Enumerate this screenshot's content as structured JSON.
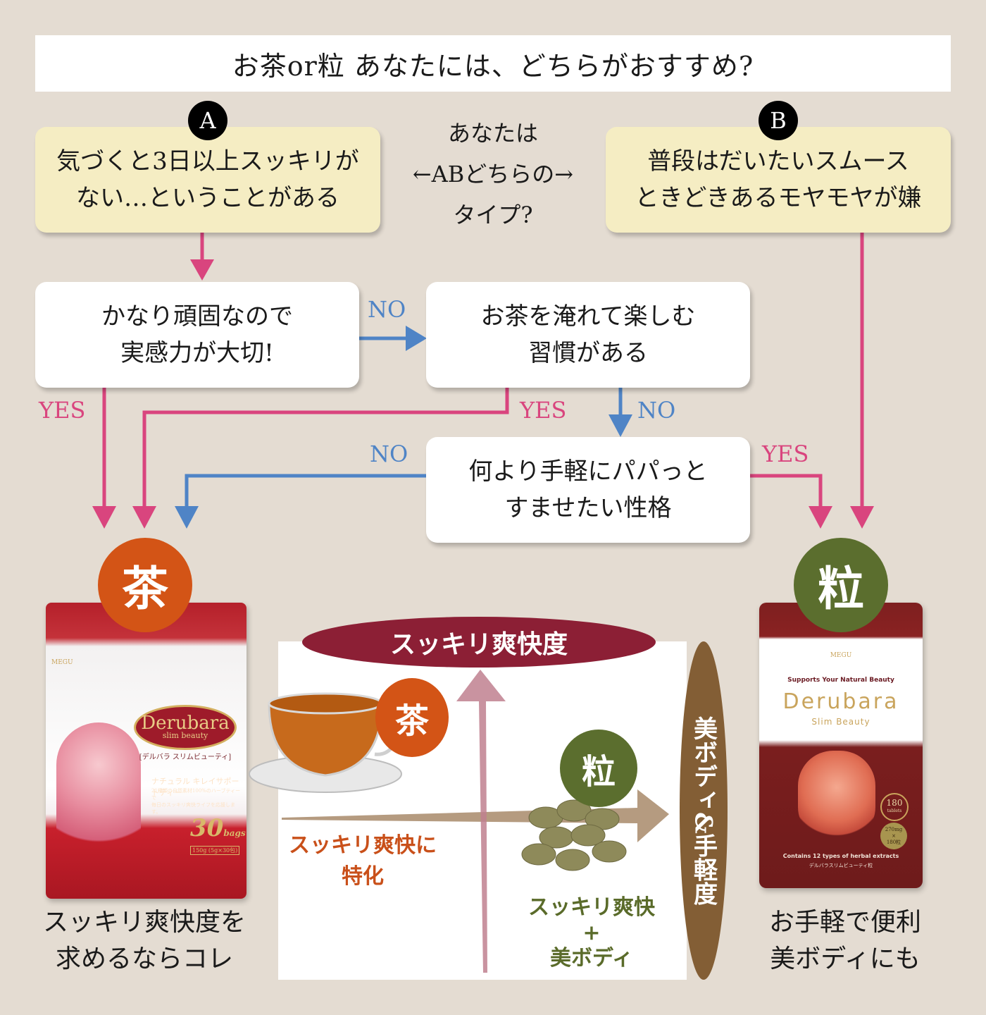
{
  "title": "お茶or粒 あなたには、どちらがおすすめ?",
  "type_a": {
    "badge": "A",
    "line1": "気づくと3日以上スッキリが",
    "line2": "ない…ということがある"
  },
  "type_b": {
    "badge": "B",
    "line1": "普段はだいたいスムース",
    "line2": "ときどきあるモヤモヤが嫌"
  },
  "center_question": {
    "line1": "あなたは",
    "line2": "←ABどちらの→",
    "line3": "タイプ?"
  },
  "question_stubborn": {
    "line1": "かなり頑固なので",
    "line2": "実感力が大切!"
  },
  "question_tea_habit": {
    "line1": "お茶を淹れて楽しむ",
    "line2": "習慣がある"
  },
  "question_quick": {
    "line1": "何より手軽にパパっと",
    "line2": "すませたい性格"
  },
  "flow_labels": {
    "stubborn_no": "NO",
    "stubborn_yes": "YES",
    "habit_yes": "YES",
    "habit_no": "NO",
    "quick_no": "NO",
    "quick_yes": "YES"
  },
  "colors": {
    "yes": "#d9457e",
    "no": "#4f84c6",
    "tea": "#d35416",
    "tablet": "#5b6e2e",
    "freshness": "#8c1f35",
    "body": "#835e35"
  },
  "result_tea": {
    "badge": "茶",
    "product": {
      "logo": "MEGU",
      "brand": "Derubara",
      "sub": "slim beauty",
      "jp_name": "[デルバラ スリムビューティ]",
      "natural": "ナチュラル キレイサポートティー",
      "desc1": "21種類の自然素材100%のハーブティーで",
      "desc2": "毎日のスッキリ爽快ライフを応援します。",
      "count": "30",
      "count_unit": "bags",
      "weight": "150g (5g×30包)"
    },
    "caption1": "スッキリ爽快度を",
    "caption2": "求めるならコレ"
  },
  "result_tablet": {
    "badge": "粒",
    "product": {
      "logo": "MEGU",
      "support": "Supports Your Natural Beauty",
      "brand": "Derubara",
      "sub": "Slim Beauty",
      "seal_count": "180",
      "seal_unit": "tablets",
      "seal2_line1": "270mg",
      "seal2_line2": "×",
      "seal2_line3": "180粒",
      "contains": "Contains 12 types of herbal extracts",
      "jp_name": "デルバラスリムビューティ粒"
    },
    "caption1": "お手軽で便利",
    "caption2": "美ボディにも"
  },
  "comparison": {
    "y_axis_label": "スッキリ爽快度",
    "x_axis_label": "美ボディ&手軽度",
    "tea_badge": "茶",
    "tablet_badge": "粒",
    "tea_note_line1": "スッキリ爽快に",
    "tea_note_line2": "特化",
    "tablet_note_line1": "スッキリ爽快",
    "tablet_note_line2": "+",
    "tablet_note_line3": "美ボディ"
  }
}
